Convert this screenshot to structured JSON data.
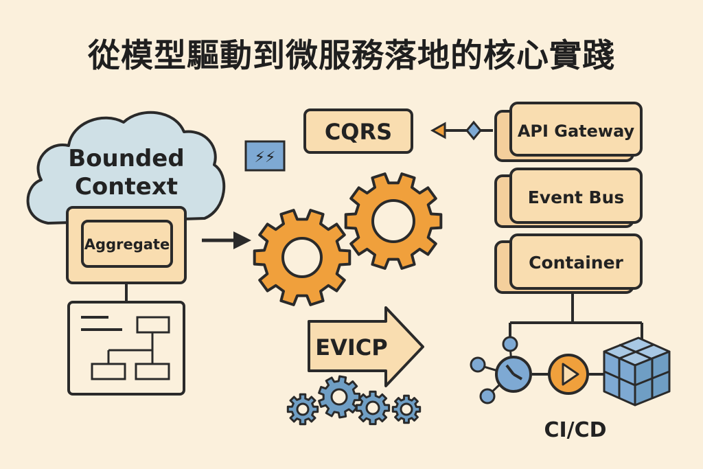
{
  "title": "從模型驅動到微服務落地的核心實踐",
  "cloud": {
    "line1": "Bounded",
    "line2": "Context"
  },
  "aggregate": "Aggregate",
  "cqrs": "CQRS",
  "stack": [
    "API Gateway",
    "Event Bus",
    "Container"
  ],
  "evcp": "EVICP",
  "cicd": "CI/CD",
  "icons": [
    "lightning-icon",
    "gear-icon",
    "arrow-right-icon",
    "play-icon",
    "cube-icon",
    "network-node-icon",
    "dial-icon"
  ],
  "colors": {
    "background": "#fbf0dc",
    "box_fill": "#f9ddb0",
    "gear_orange": "#f0a03c",
    "cloud_blue": "#cfe0e6",
    "small_gear_blue": "#6f9ec4",
    "stroke": "#2a2a2a"
  }
}
